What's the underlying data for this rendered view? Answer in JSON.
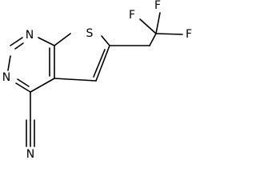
{
  "molecule": {
    "atoms": {
      "n1": "N",
      "n3": "N",
      "s": "S",
      "n_nitrile": "N",
      "f1": "F",
      "f2": "F",
      "f3": "F"
    }
  }
}
